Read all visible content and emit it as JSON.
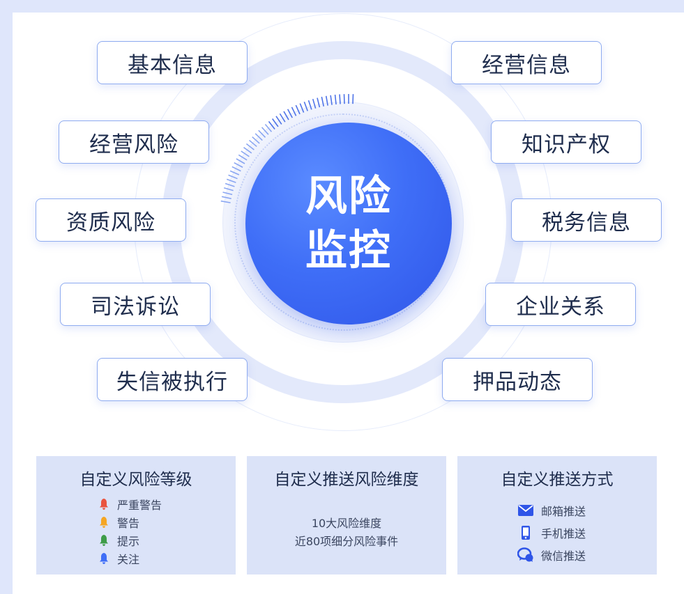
{
  "center": {
    "line1": "风险",
    "line2": "监控"
  },
  "tags": [
    "基本信息",
    "经营风险",
    "资质风险",
    "司法诉讼",
    "失信被执行",
    "经营信息",
    "知识产权",
    "税务信息",
    "企业关系",
    "押品动态"
  ],
  "panels": {
    "levels": {
      "title": "自定义风险等级",
      "items": [
        {
          "label": "严重警告",
          "color": "#e9533f"
        },
        {
          "label": "警告",
          "color": "#f5a623"
        },
        {
          "label": "提示",
          "color": "#3e9c48"
        },
        {
          "label": "关注",
          "color": "#3f6ef7"
        }
      ]
    },
    "dimensions": {
      "title": "自定义推送风险维度",
      "line1": "10大风险维度",
      "line2": "近80项细分风险事件"
    },
    "methods": {
      "title": "自定义推送方式",
      "items": [
        {
          "label": "邮箱推送",
          "icon": "mail-icon"
        },
        {
          "label": "手机推送",
          "icon": "phone-icon"
        },
        {
          "label": "微信推送",
          "icon": "wechat-icon"
        }
      ]
    }
  },
  "colors": {
    "accent": "#3f6ef7",
    "tag_border": "#8eabf0",
    "panel_bg": "#dbe3f8"
  }
}
